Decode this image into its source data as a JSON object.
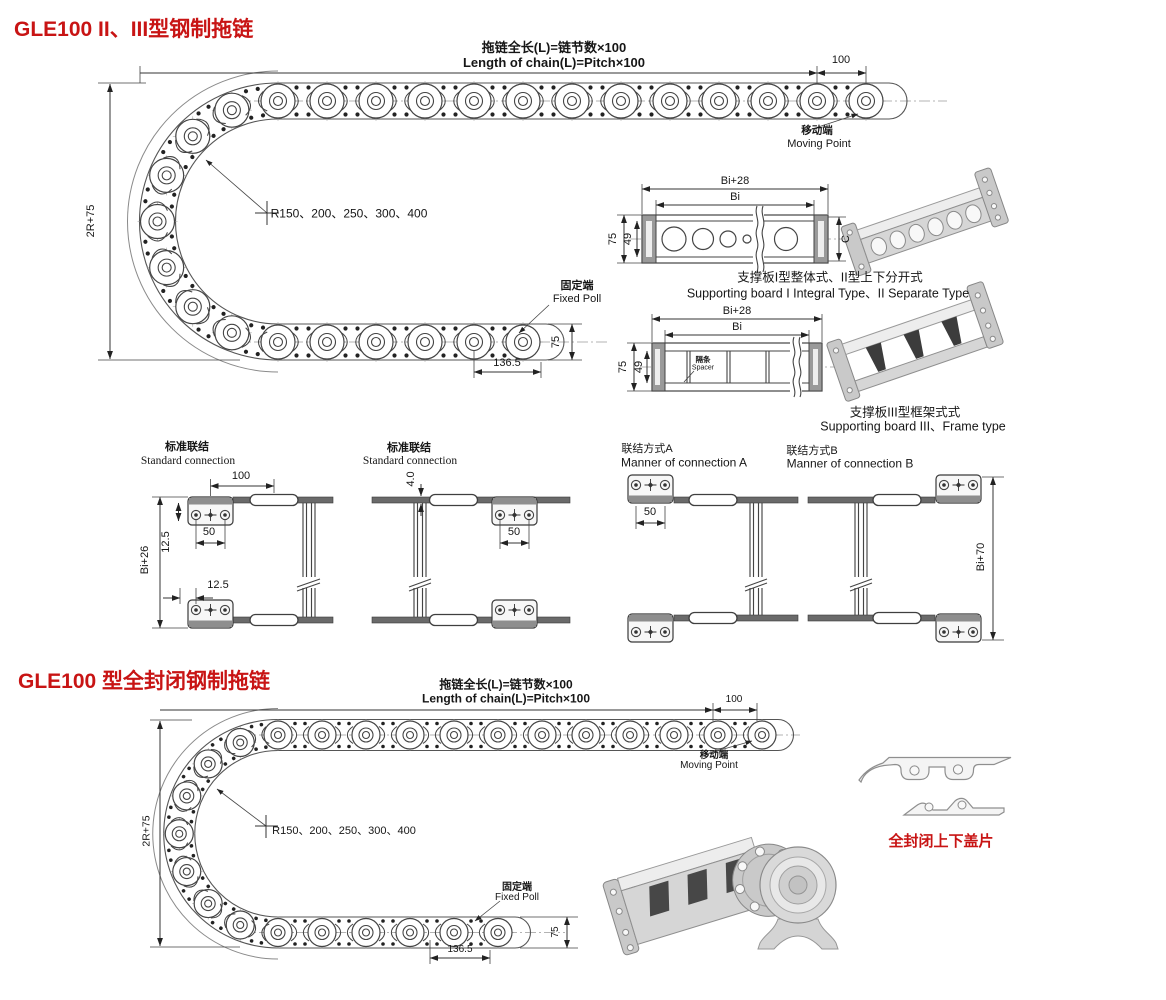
{
  "accent_red": "#c81414",
  "top": {
    "title": "GLE100 II、III型钢制拖链",
    "chain": {
      "len_cn": "拖链全长(L)=链节数×100",
      "len_en": "Length of chain(L)=Pitch×100",
      "dim_pitch": "100",
      "moving_cn": "移动端",
      "moving_en": "Moving Point",
      "dim_height": "2R+75",
      "radii": "R150、200、250、300、400",
      "fixed_cn": "固定端",
      "fixed_en": "Fixed Poll",
      "dim_end": "136.5",
      "dim_width": "75"
    },
    "cs1": {
      "dim_outer": "Bi+28",
      "dim_inner": "Bi",
      "dim_h": "75",
      "dim_ih": "49",
      "dim_c": "C",
      "caption_cn": "支撑板I型整体式、II型上下分开式",
      "caption_en": "Supporting board I Integral Type、II Separate Type"
    },
    "cs2": {
      "dim_outer": "Bi+28",
      "dim_inner": "Bi",
      "dim_h": "75",
      "dim_ih": "49",
      "spacer_cn": "隔条",
      "spacer_en": "Spacer",
      "caption_cn": "支撑板III型框架式式",
      "caption_en": "Supporting board III、Frame type"
    }
  },
  "middle": {
    "std_cn": "标准联结",
    "std_en": "Standard connection",
    "conn_a_cn": "联结方式A",
    "conn_a_en": "Manner of connection A",
    "conn_b_cn": "联结方式B",
    "conn_b_en": "Manner of connection B",
    "dims": {
      "d100": "100",
      "d50a": "50",
      "d125a": "12.5",
      "d125b": "12.5",
      "bi26": "Bi+26",
      "d40": "4.0",
      "d50b": "50",
      "d50c": "50",
      "bi70": "Bi+70"
    }
  },
  "bottom": {
    "title": "GLE100 型全封闭钢制拖链",
    "chain": {
      "len_cn": "拖链全长(L)=链节数×100",
      "len_en": "Length of chain(L)=Pitch×100",
      "dim_pitch": "100",
      "moving_cn": "移动端",
      "moving_en": "Moving Point",
      "dim_height": "2R+75",
      "radii": "R150、200、250、300、400",
      "fixed_cn": "固定端",
      "fixed_en": "Fixed Poll",
      "dim_end": "136.5",
      "dim_width": "75"
    },
    "cover_caption": "全封闭上下盖片"
  }
}
